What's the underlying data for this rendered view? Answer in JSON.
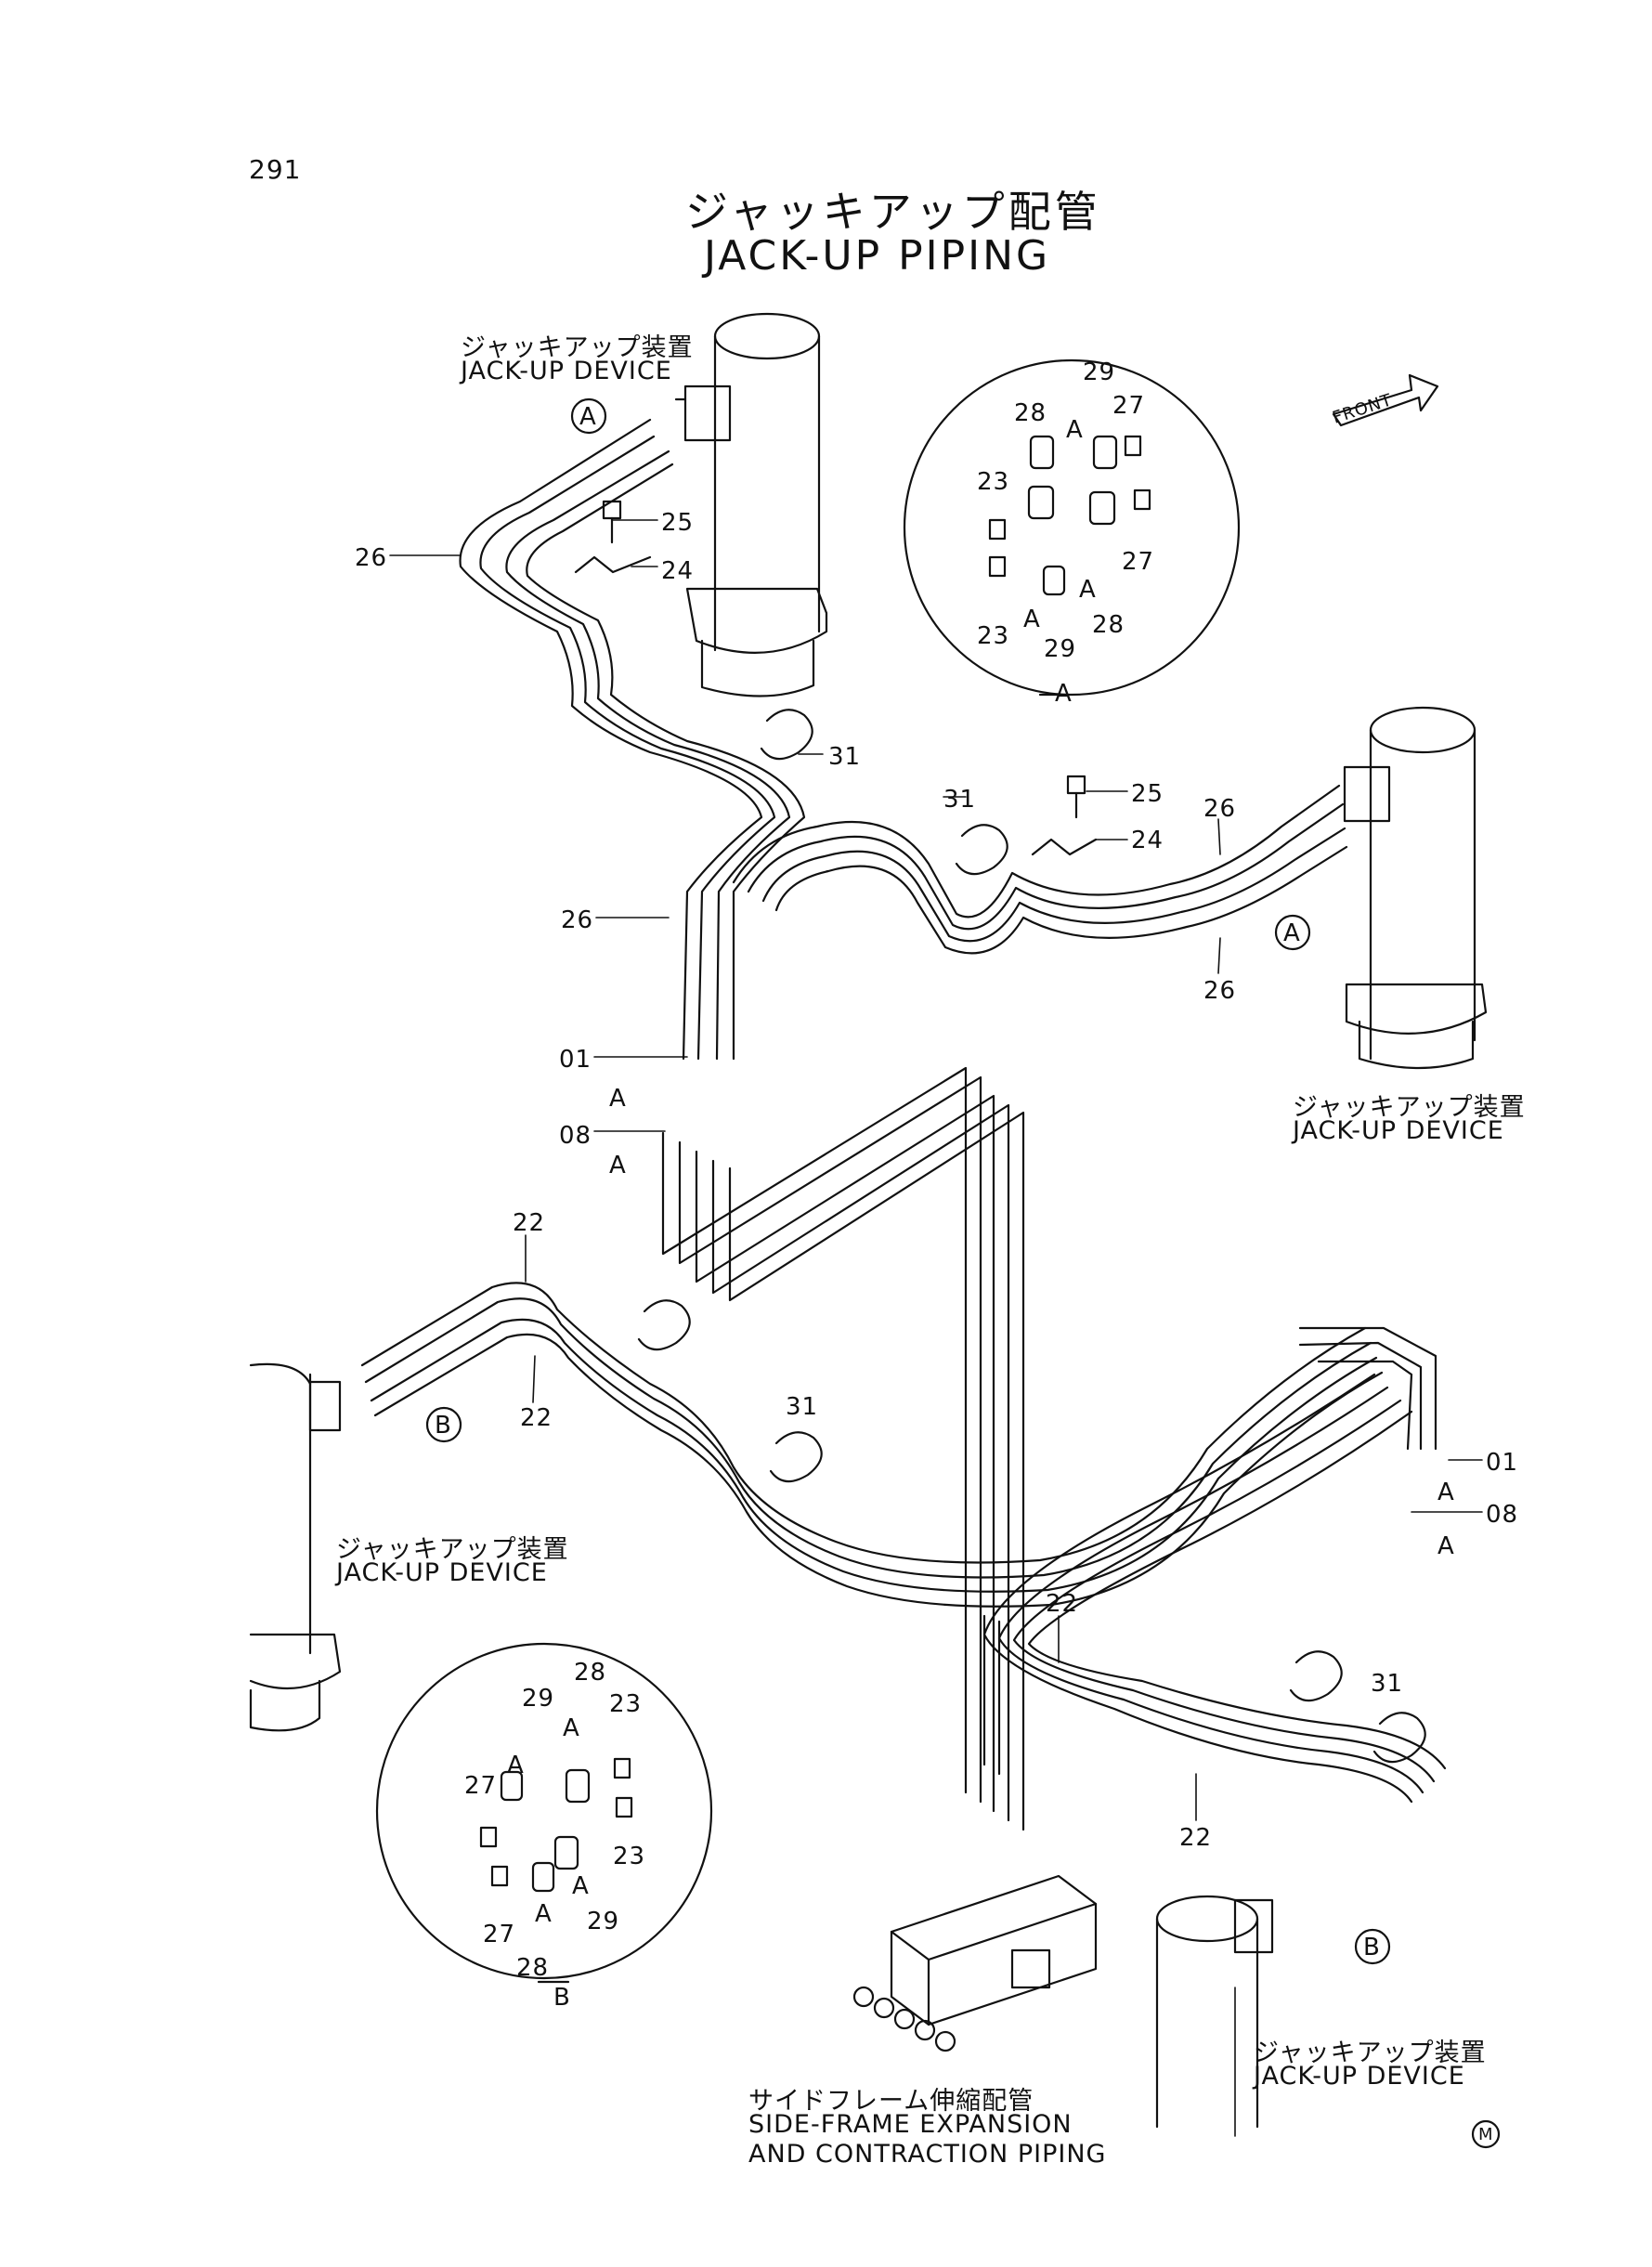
{
  "page_number": "291",
  "title": {
    "ja": "ジャッキアップ配管",
    "en": "JACK-UP PIPING"
  },
  "front_label": "FRONT",
  "jack_up_device": {
    "ja": "ジャッキアップ装置",
    "en": "JACK-UP DEVICE"
  },
  "side_frame": {
    "ja": "サイドフレーム伸縮配管",
    "en_line1": "SIDE-FRAME EXPANSION",
    "en_line2": "AND CONTRACTION PIPING"
  },
  "callouts": {
    "a": "A",
    "b": "B"
  },
  "part_numbers": {
    "p01": "01",
    "p08": "08",
    "p22": "22",
    "p23": "23",
    "p24": "24",
    "p25": "25",
    "p26": "26",
    "p27": "27",
    "p28": "28",
    "p29": "29",
    "p31": "31"
  },
  "detail_labels": {
    "a": "A",
    "b": "B"
  },
  "mark": "M"
}
